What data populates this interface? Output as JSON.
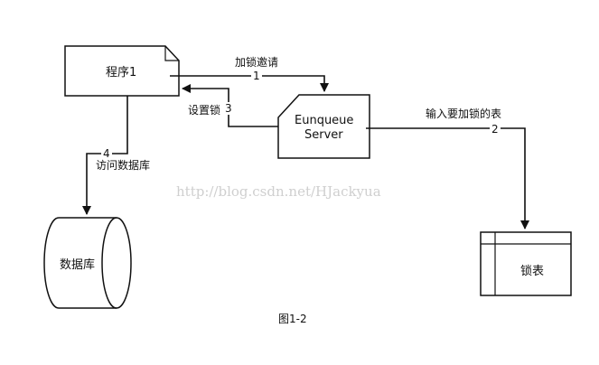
{
  "nodes": {
    "program": {
      "label": "程序1"
    },
    "server": {
      "label_line1": "Eunqueue",
      "label_line2": "Server"
    },
    "database": {
      "label": "数据库"
    },
    "lock_table": {
      "label": "锁表"
    }
  },
  "edges": {
    "request_lock": {
      "text": "加锁邀请",
      "step": "1"
    },
    "input_table": {
      "text": "输入要加锁的表",
      "step": "2"
    },
    "set_lock": {
      "text": "设置锁",
      "step": "3"
    },
    "access_db": {
      "text": "访问数据库",
      "step": "4"
    }
  },
  "watermark": "http://blog.csdn.net/HJackyua",
  "caption": "图1-2"
}
